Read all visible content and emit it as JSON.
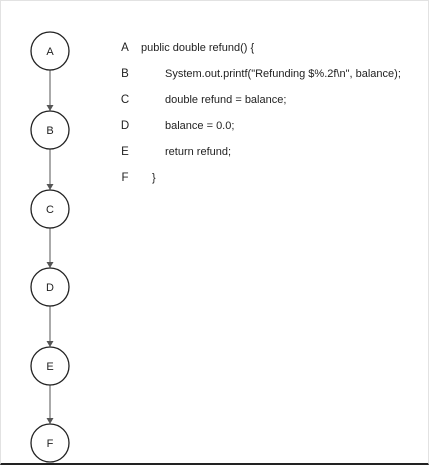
{
  "diagram": {
    "nodes": [
      {
        "id": "A",
        "label": "A"
      },
      {
        "id": "B",
        "label": "B"
      },
      {
        "id": "C",
        "label": "C"
      },
      {
        "id": "D",
        "label": "D"
      },
      {
        "id": "E",
        "label": "E"
      },
      {
        "id": "F",
        "label": "F"
      }
    ],
    "edges": [
      {
        "from": "A",
        "to": "B"
      },
      {
        "from": "B",
        "to": "C"
      },
      {
        "from": "C",
        "to": "D"
      },
      {
        "from": "D",
        "to": "E"
      },
      {
        "from": "E",
        "to": "F"
      }
    ],
    "stroke_color": "#222222",
    "edge_color": "#555555"
  },
  "code": {
    "lines": [
      {
        "label": "A",
        "text": "public double refund() {"
      },
      {
        "label": "B",
        "text": "System.out.printf(\"Refunding $%.2f\\n\", balance);"
      },
      {
        "label": "C",
        "text": "double refund = balance;"
      },
      {
        "label": "D",
        "text": "balance = 0.0;"
      },
      {
        "label": "E",
        "text": "return refund;"
      },
      {
        "label": "F",
        "text": "}"
      }
    ]
  }
}
